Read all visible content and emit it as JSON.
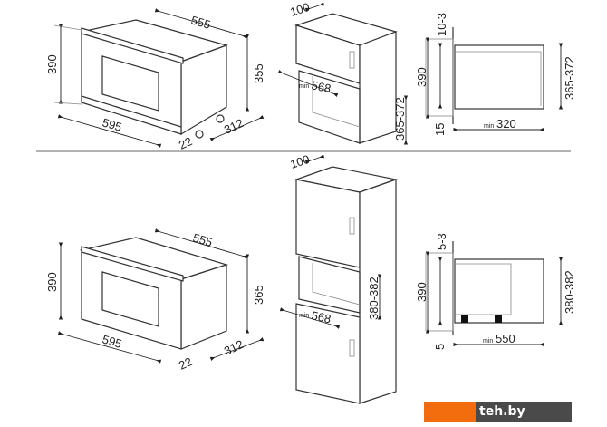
{
  "top_row": {
    "oven_iso": {
      "depth": "555",
      "height_total": "390",
      "height_body": "355",
      "width": "595",
      "front_offset": "22",
      "side_depth": "312"
    },
    "cabinet_iso": {
      "rear_gap": "100",
      "min_prefix": "min",
      "min_width": "568",
      "niche_height": "365-372"
    },
    "section": {
      "top_gap": "10-3",
      "height": "390",
      "niche_height": "365-372",
      "bottom_gap": "15",
      "min_prefix": "min",
      "min_depth": "320"
    }
  },
  "bottom_row": {
    "oven_iso": {
      "depth": "555",
      "height_total": "390",
      "height_body": "365",
      "width": "595",
      "front_offset": "22",
      "side_depth": "312"
    },
    "column_iso": {
      "rear_gap": "100",
      "min_prefix": "min",
      "min_width": "568",
      "niche_height": "380-382"
    },
    "section": {
      "top_gap": "5-3",
      "height": "390",
      "niche_height": "380-382",
      "bottom_gap": "5",
      "min_prefix": "min",
      "min_depth": "550"
    }
  },
  "watermark": {
    "text": "teh.by",
    "brand_color": "#f36c0e"
  }
}
